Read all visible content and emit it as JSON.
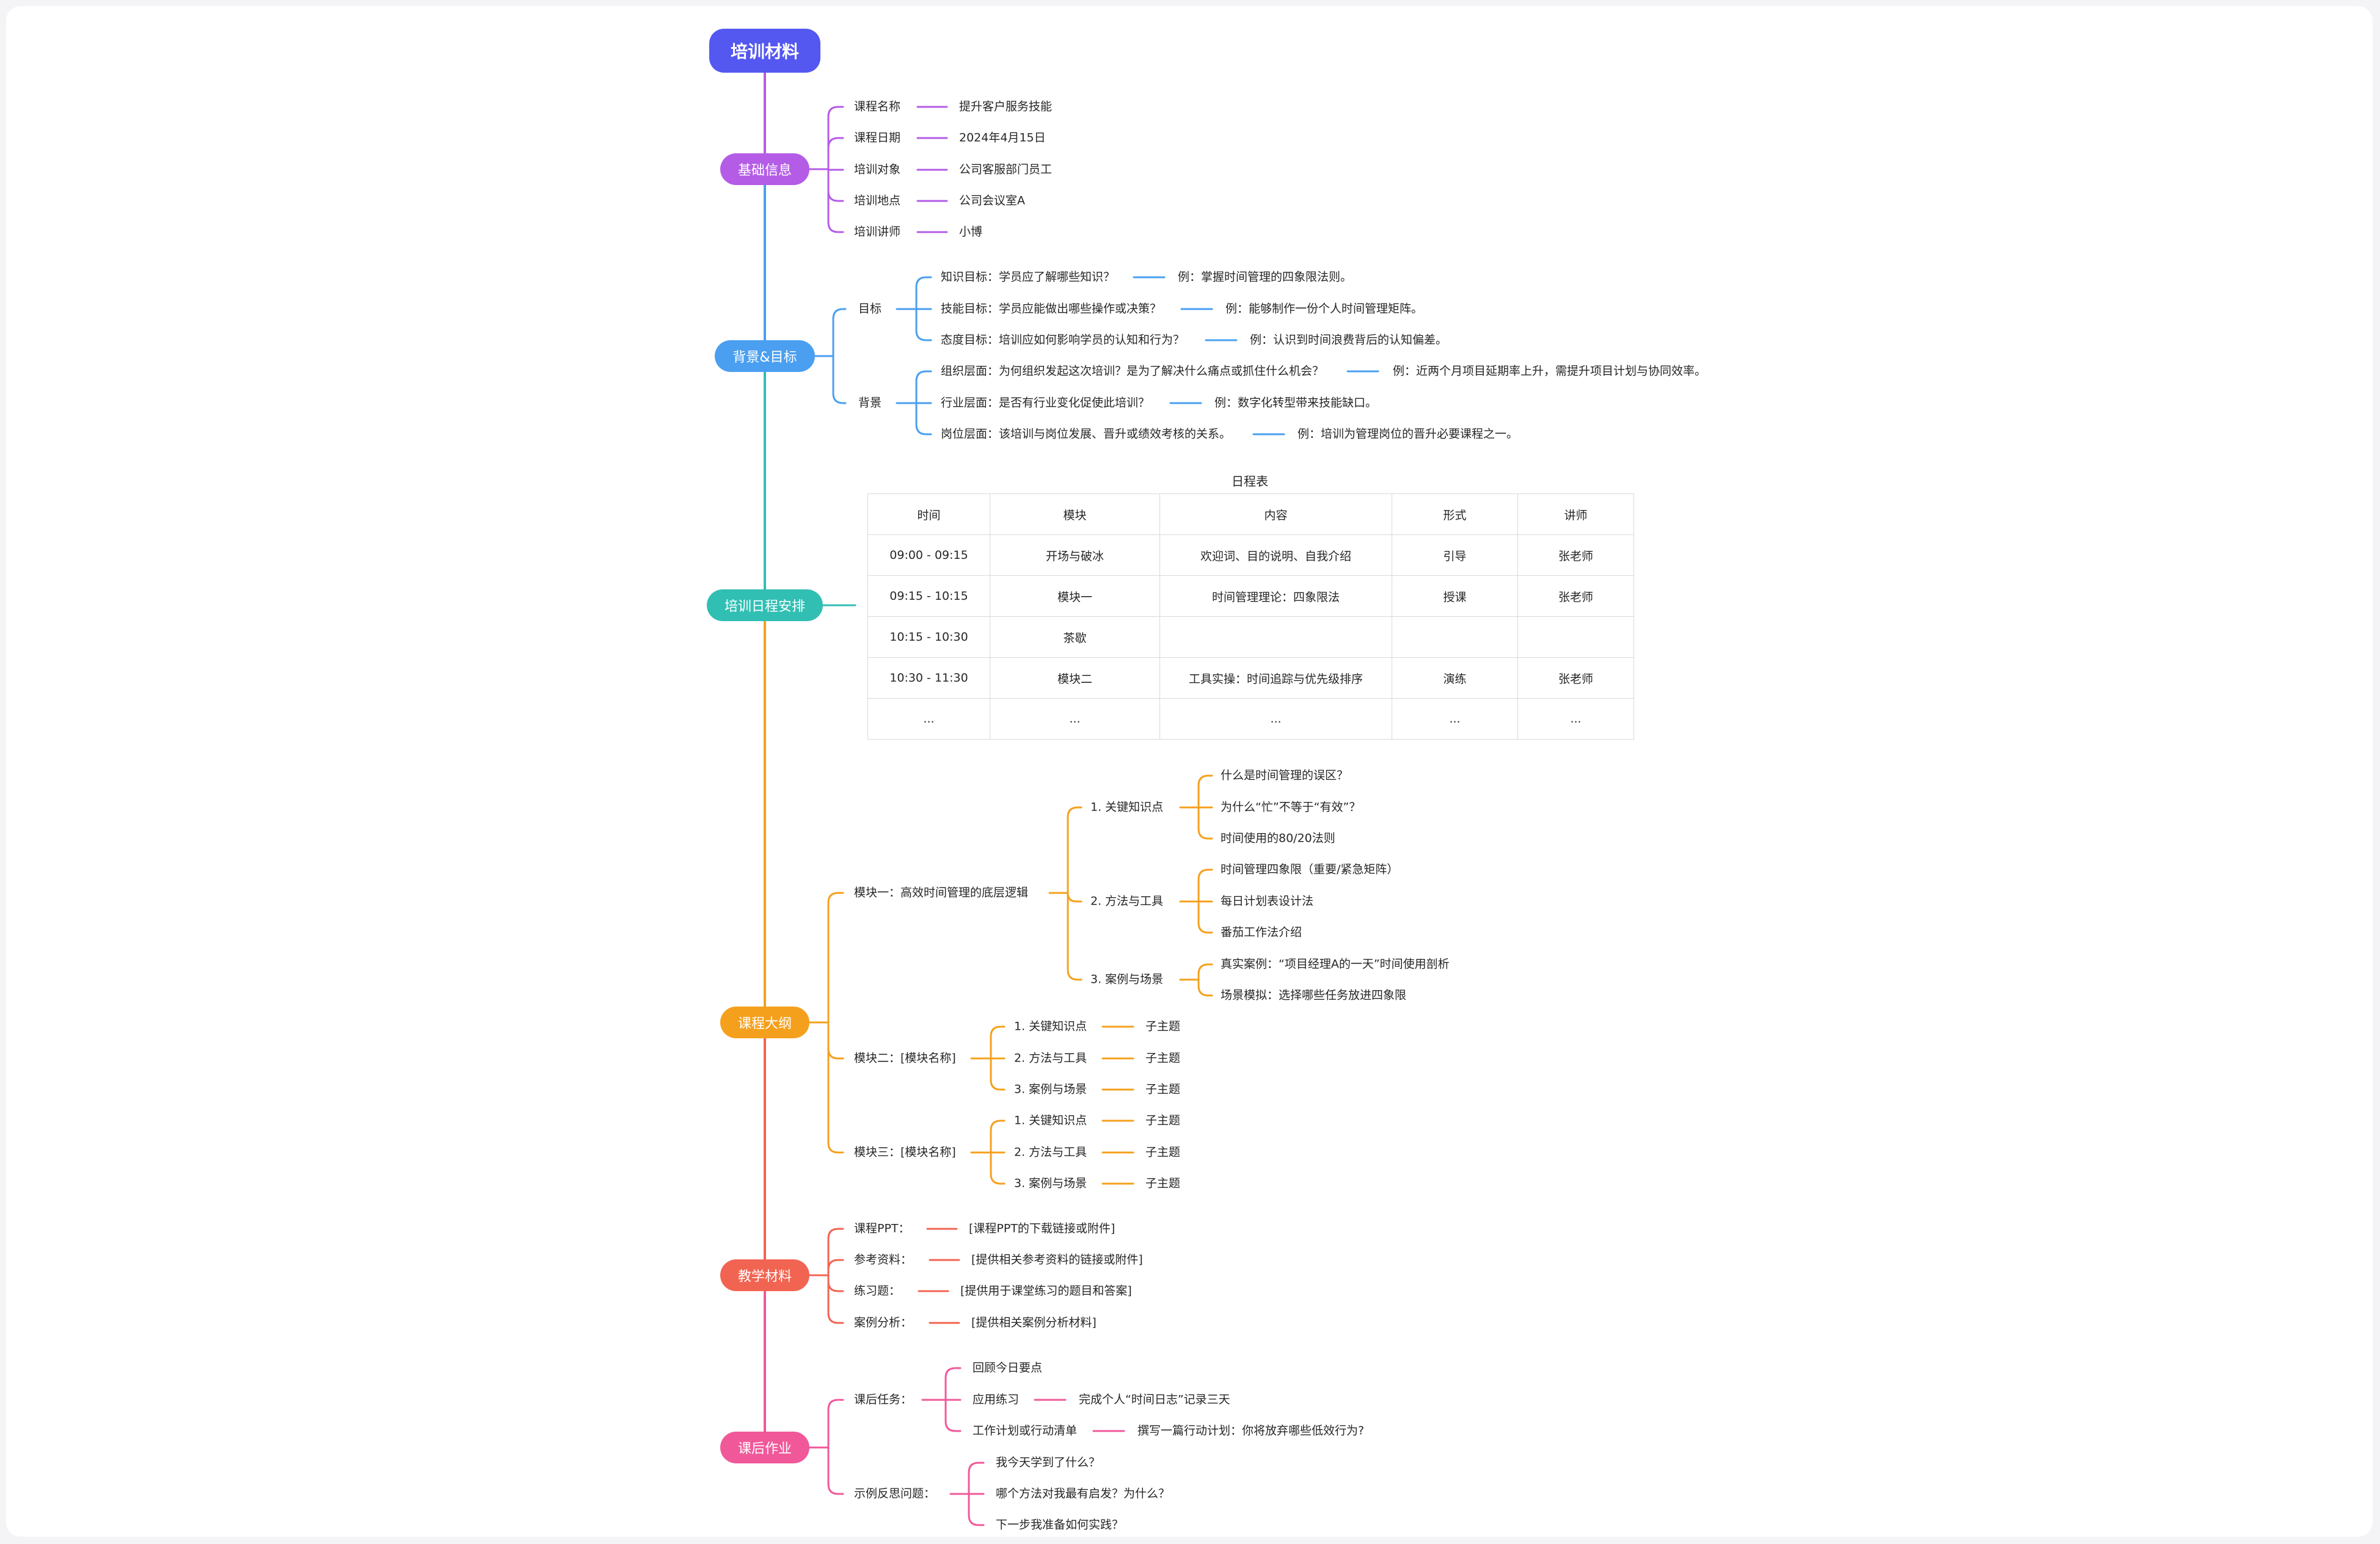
{
  "root": {
    "label": "培训材料",
    "color": "#5458f0"
  },
  "branches": [
    {
      "id": "basic",
      "label": "基础信息",
      "color": "#b45ce6",
      "items": [
        {
          "label": "课程名称",
          "value": "提升客户服务技能"
        },
        {
          "label": "课程日期",
          "value": "2024年4月15日"
        },
        {
          "label": "培训对象",
          "value": "公司客服部门员工"
        },
        {
          "label": "培训地点",
          "value": "公司会议室A"
        },
        {
          "label": "培训讲师",
          "value": "小博"
        }
      ]
    },
    {
      "id": "bg",
      "label": "背景&目标",
      "color": "#4a9ff0",
      "groups": [
        {
          "label": "目标",
          "items": [
            {
              "label": "知识目标：学员应了解哪些知识？",
              "value": "例：掌握时间管理的四象限法则。"
            },
            {
              "label": "技能目标：学员应能做出哪些操作或决策？",
              "value": "例：能够制作一份个人时间管理矩阵。"
            },
            {
              "label": "态度目标：培训应如何影响学员的认知和行为？",
              "value": "例：认识到时间浪费背后的认知偏差。"
            }
          ]
        },
        {
          "label": "背景",
          "items": [
            {
              "label": "组织层面：为何组织发起这次培训？是为了解决什么痛点或抓住什么机会？",
              "value": "例：近两个月项目延期率上升，需提升项目计划与协同效率。"
            },
            {
              "label": "行业层面：是否有行业变化促使此培训？",
              "value": "例：数字化转型带来技能缺口。"
            },
            {
              "label": "岗位层面：该培训与岗位发展、晋升或绩效考核的关系。",
              "value": "例：培训为管理岗位的晋升必要课程之一。"
            }
          ]
        }
      ]
    },
    {
      "id": "sched",
      "label": "培训日程安排",
      "color": "#31bfb3",
      "table": {
        "title": "日程表",
        "headers": [
          "时间",
          "模块",
          "内容",
          "形式",
          "讲师"
        ],
        "rows": [
          [
            "09:00 - 09:15",
            "开场与破冰",
            "欢迎词、目的说明、自我介绍",
            "引导",
            "张老师"
          ],
          [
            "09:15 - 10:15",
            "模块一",
            "时间管理理论：四象限法",
            "授课",
            "张老师"
          ],
          [
            "10:15 - 10:30",
            "茶歇",
            "",
            "",
            ""
          ],
          [
            "10:30 - 11:30",
            "模块二",
            "工具实操：时间追踪与优先级排序",
            "演练",
            "张老师"
          ],
          [
            "...",
            "...",
            "...",
            "...",
            "..."
          ]
        ]
      }
    },
    {
      "id": "outline",
      "label": "课程大纲",
      "color": "#f5a01d",
      "modules": [
        {
          "label": "模块一：高效时间管理的底层逻辑",
          "subs": [
            {
              "label": "1. 关键知识点",
              "items": [
                "什么是时间管理的误区？",
                "为什么“忙”不等于“有效”？",
                "时间使用的80/20法则"
              ]
            },
            {
              "label": "2. 方法与工具",
              "items": [
                "时间管理四象限（重要/紧急矩阵）",
                "每日计划表设计法",
                "番茄工作法介绍"
              ]
            },
            {
              "label": "3. 案例与场景",
              "items": [
                "真实案例：“项目经理A的一天”时间使用剖析",
                "场景模拟：选择哪些任务放进四象限"
              ]
            }
          ]
        },
        {
          "label": "模块二：[模块名称]",
          "subs": [
            {
              "label": "1. 关键知识点",
              "value": "子主题"
            },
            {
              "label": "2. 方法与工具",
              "value": "子主题"
            },
            {
              "label": "3. 案例与场景",
              "value": "子主题"
            }
          ]
        },
        {
          "label": "模块三：[模块名称]",
          "subs": [
            {
              "label": "1. 关键知识点",
              "value": "子主题"
            },
            {
              "label": "2. 方法与工具",
              "value": "子主题"
            },
            {
              "label": "3. 案例与场景",
              "value": "子主题"
            }
          ]
        }
      ]
    },
    {
      "id": "material",
      "label": "教学材料",
      "color": "#f26452",
      "items": [
        {
          "label": "课程PPT：",
          "value": "[课程PPT的下载链接或附件]"
        },
        {
          "label": "参考资料：",
          "value": "[提供相关参考资料的链接或附件]"
        },
        {
          "label": "练习题：",
          "value": "[提供用于课堂练习的题目和答案]"
        },
        {
          "label": "案例分析：",
          "value": "[提供相关案例分析材料]"
        }
      ]
    },
    {
      "id": "homework",
      "label": "课后作业",
      "color": "#f0589a",
      "groups": [
        {
          "label": "课后任务：",
          "items": [
            {
              "label": "回顾今日要点"
            },
            {
              "label": "应用练习",
              "value": "完成个人“时间日志”记录三天"
            },
            {
              "label": "工作计划或行动清单",
              "value": "撰写一篇行动计划：你将放弃哪些低效行为?"
            }
          ]
        },
        {
          "label": "示例反思问题：",
          "items": [
            {
              "label": "我今天学到了什么？"
            },
            {
              "label": "哪个方法对我最有启发？为什么？"
            },
            {
              "label": "下一步我准备如何实践？"
            }
          ]
        }
      ]
    }
  ]
}
